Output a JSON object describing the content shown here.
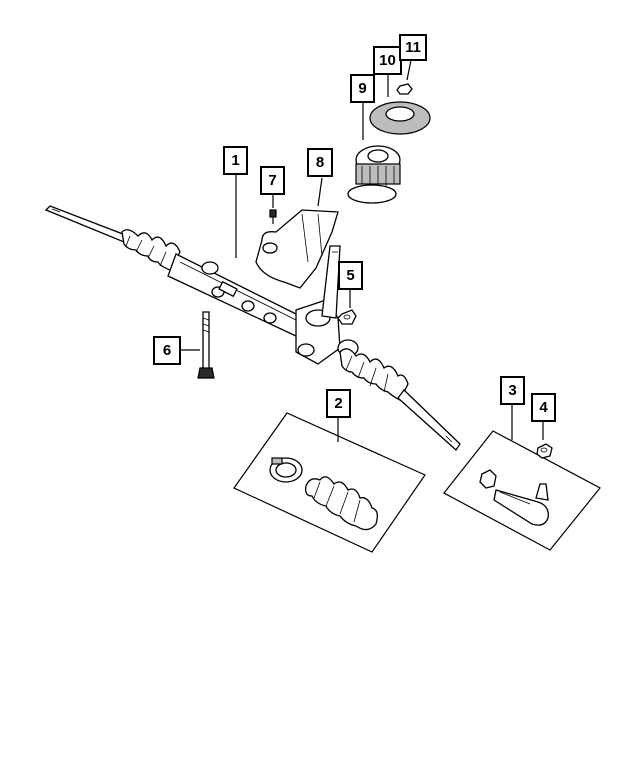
{
  "callouts": [
    {
      "id": "callout-1",
      "label": "1"
    },
    {
      "id": "callout-2",
      "label": "2"
    },
    {
      "id": "callout-3",
      "label": "3"
    },
    {
      "id": "callout-4",
      "label": "4"
    },
    {
      "id": "callout-5",
      "label": "5"
    },
    {
      "id": "callout-6",
      "label": "6"
    },
    {
      "id": "callout-7",
      "label": "7"
    },
    {
      "id": "callout-8",
      "label": "8"
    },
    {
      "id": "callout-9",
      "label": "9"
    },
    {
      "id": "callout-10",
      "label": "10"
    },
    {
      "id": "callout-11",
      "label": "11"
    }
  ]
}
